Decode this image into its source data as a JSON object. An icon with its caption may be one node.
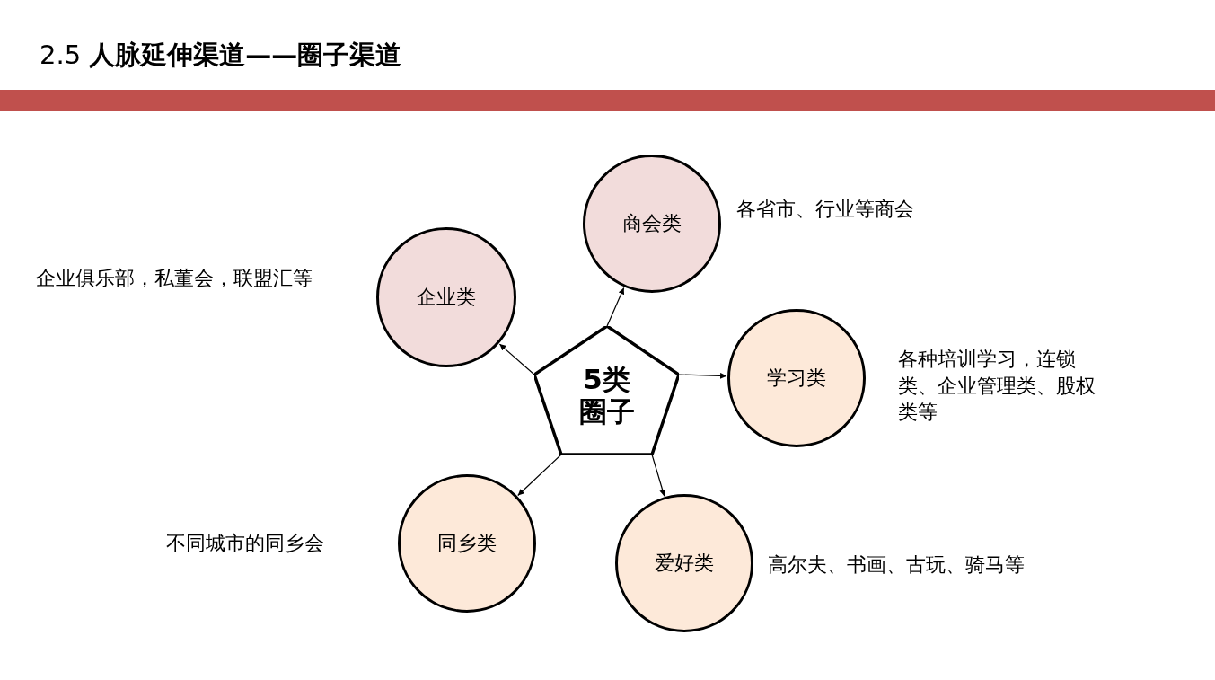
{
  "diagram": {
    "title": "2.5 **人脉延伸渠道——圈子渠道**",
    "nodes": [
      {
        "text": [
          "5类圈子"
        ]
      },
      {
        "text": [
          "企业类"
        ],
        "beside": [
          "企业俱乐部，私董会，联盟汇等"
        ]
      },
      {
        "text": [
          "商会类"
        ],
        "beside": [
          "各省市、行业等商会"
        ]
      },
      {
        "text": [
          "学习类"
        ],
        "beside": [
          "各种培训学习，连锁类、企业管理类、股权类等"
        ]
      },
      {
        "text": [
          "同乡类"
        ],
        "beside": [
          "不同城市的同乡会"
        ]
      },
      {
        "text": [
          "爱好类"
        ],
        "beside": [
          "高尔夫、书画、古玩、骑马等"
        ]
      }
    ],
    "edges": [
      {
        "from": 0,
        "to": 1,
        "arrow": "to"
      },
      {
        "from": 0,
        "to": 2,
        "arrow": "to"
      },
      {
        "from": 0,
        "to": 3,
        "arrow": "to"
      },
      {
        "from": 0,
        "to": 4,
        "arrow": "to"
      },
      {
        "from": 0,
        "to": 5,
        "arrow": "to"
      }
    ]
  }
}
